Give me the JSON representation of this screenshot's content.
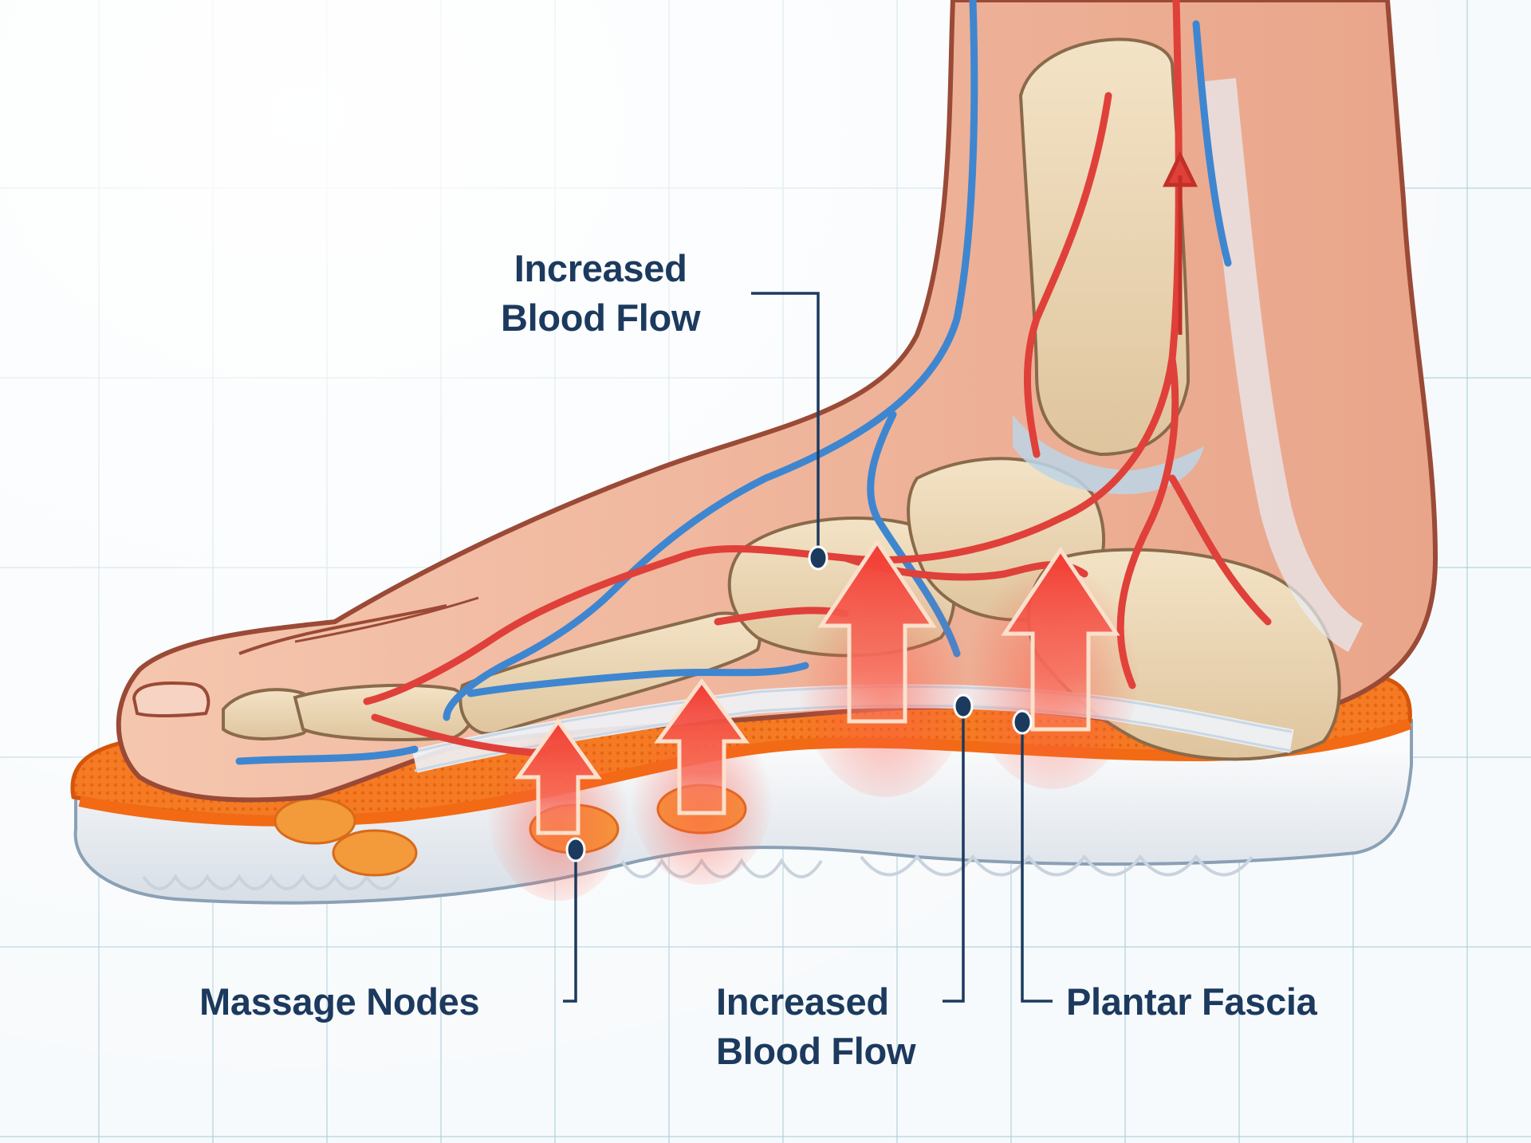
{
  "diagram": {
    "subject": "Foot anatomy on massage insole (side view)",
    "callouts": [
      {
        "id": "top-blood-flow",
        "lines": [
          "Increased",
          "Blood Flow"
        ],
        "points_to": "arteries over midfoot bones"
      },
      {
        "id": "massage-nodes",
        "lines": [
          "Massage Nodes"
        ],
        "points_to": "raised nodes on insole"
      },
      {
        "id": "bottom-blood-flow",
        "lines": [
          "Increased",
          "Blood Flow"
        ],
        "points_to": "arch area above insole"
      },
      {
        "id": "plantar-fascia",
        "lines": [
          "Plantar Fascia"
        ],
        "points_to": "fascia band along sole"
      }
    ],
    "colors": {
      "label_text": "#1c3a5e",
      "leader_line": "#1c3a5e",
      "skin": "#f2b89f",
      "skin_outline": "#9a4a36",
      "bone": "#ead6b4",
      "bone_outline": "#8a6a4a",
      "artery": "#e0403a",
      "vein": "#3f86d0",
      "arrow": "#f0443a",
      "insole_orange": "#f37321",
      "sole_white": "#eef2f6",
      "grid_line": "#aacdd7",
      "background": "#f7fafc"
    },
    "icons": [
      "up-arrow-icon",
      "up-arrow-icon",
      "up-arrow-icon",
      "up-arrow-icon",
      "flow-arrow-icon"
    ]
  }
}
